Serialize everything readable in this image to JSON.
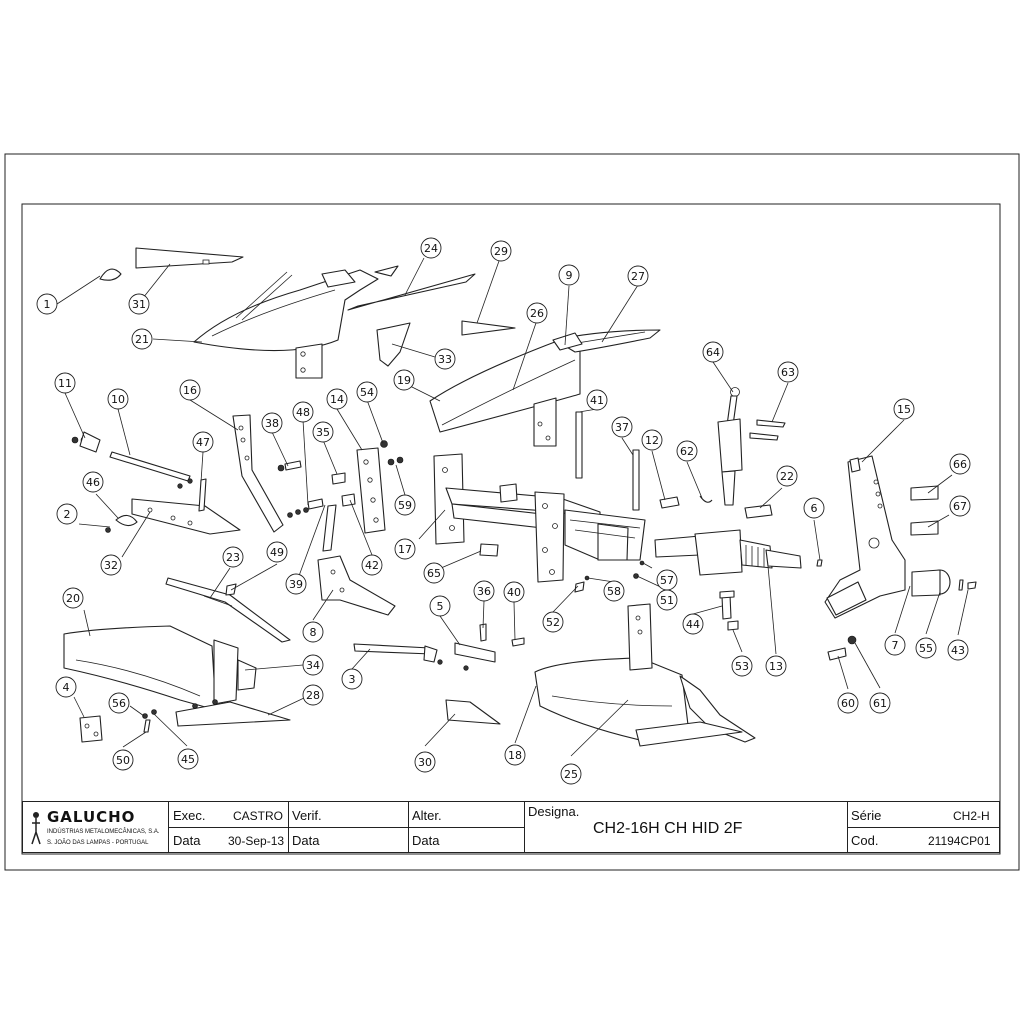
{
  "title_block": {
    "brand": "GALUCHO",
    "brand_line1": "INDÚSTRIAS METALOMECÂNICAS, S.A.",
    "brand_line2": "S. JOÃO DAS LAMPAS - PORTUGAL",
    "exec_label": "Exec.",
    "exec_value": "CASTRO",
    "date_label": "Data",
    "date_value": "30-Sep-13",
    "verif_label": "Verif.",
    "verif_date_label": "Data",
    "alter_label": "Alter.",
    "alter_date_label": "Data",
    "designa_label": "Designa.",
    "designa_value": "CH2-16H CH HID 2F",
    "serie_label": "Série",
    "serie_value": "CH2-H",
    "cod_label": "Cod.",
    "cod_value": "21194CP01"
  },
  "callouts": [
    {
      "n": "1"
    },
    {
      "n": "2"
    },
    {
      "n": "3"
    },
    {
      "n": "4"
    },
    {
      "n": "5"
    },
    {
      "n": "6"
    },
    {
      "n": "7"
    },
    {
      "n": "8"
    },
    {
      "n": "9"
    },
    {
      "n": "10"
    },
    {
      "n": "11"
    },
    {
      "n": "12"
    },
    {
      "n": "13"
    },
    {
      "n": "14"
    },
    {
      "n": "15"
    },
    {
      "n": "16"
    },
    {
      "n": "17"
    },
    {
      "n": "18"
    },
    {
      "n": "19"
    },
    {
      "n": "20"
    },
    {
      "n": "21"
    },
    {
      "n": "22"
    },
    {
      "n": "23"
    },
    {
      "n": "24"
    },
    {
      "n": "25"
    },
    {
      "n": "26"
    },
    {
      "n": "27"
    },
    {
      "n": "28"
    },
    {
      "n": "29"
    },
    {
      "n": "30"
    },
    {
      "n": "31"
    },
    {
      "n": "32"
    },
    {
      "n": "33"
    },
    {
      "n": "34"
    },
    {
      "n": "35"
    },
    {
      "n": "36"
    },
    {
      "n": "37"
    },
    {
      "n": "38"
    },
    {
      "n": "39"
    },
    {
      "n": "40"
    },
    {
      "n": "41"
    },
    {
      "n": "42"
    },
    {
      "n": "43"
    },
    {
      "n": "44"
    },
    {
      "n": "45"
    },
    {
      "n": "46"
    },
    {
      "n": "47"
    },
    {
      "n": "48"
    },
    {
      "n": "49"
    },
    {
      "n": "50"
    },
    {
      "n": "51"
    },
    {
      "n": "52"
    },
    {
      "n": "53"
    },
    {
      "n": "54"
    },
    {
      "n": "55"
    },
    {
      "n": "56"
    },
    {
      "n": "57"
    },
    {
      "n": "58"
    },
    {
      "n": "59"
    },
    {
      "n": "60"
    },
    {
      "n": "61"
    },
    {
      "n": "62"
    },
    {
      "n": "63"
    },
    {
      "n": "64"
    },
    {
      "n": "65"
    },
    {
      "n": "66"
    },
    {
      "n": "67"
    }
  ]
}
